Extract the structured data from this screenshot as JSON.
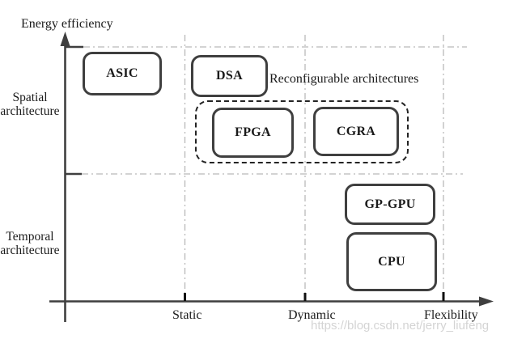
{
  "diagram": {
    "y_axis_label": "Energy efficiency",
    "x_axis_label": "Flexibility",
    "x_tick_labels": [
      "Static",
      "Dynamic"
    ],
    "y_region_labels": [
      {
        "line1": "Spatial",
        "line2": "architecture"
      },
      {
        "line1": "Temporal",
        "line2": "architecture"
      }
    ],
    "group_label": "Reconfigurable architectures",
    "boxes": [
      {
        "id": "asic",
        "label": "ASIC"
      },
      {
        "id": "dsa",
        "label": "DSA"
      },
      {
        "id": "fpga",
        "label": "FPGA"
      },
      {
        "id": "cgra",
        "label": "CGRA"
      },
      {
        "id": "gpgpu",
        "label": "GP-GPU"
      },
      {
        "id": "cpu",
        "label": "CPU"
      }
    ],
    "colors": {
      "line": "#3f3f3f",
      "dash_guide": "#b9b9b9",
      "tick": "#111111",
      "text": "#1a1a1a",
      "background": "#ffffff",
      "watermark": "#d4d4d4"
    }
  },
  "watermark": {
    "text": "https://blog.csdn.net/jerry_liufeng"
  }
}
